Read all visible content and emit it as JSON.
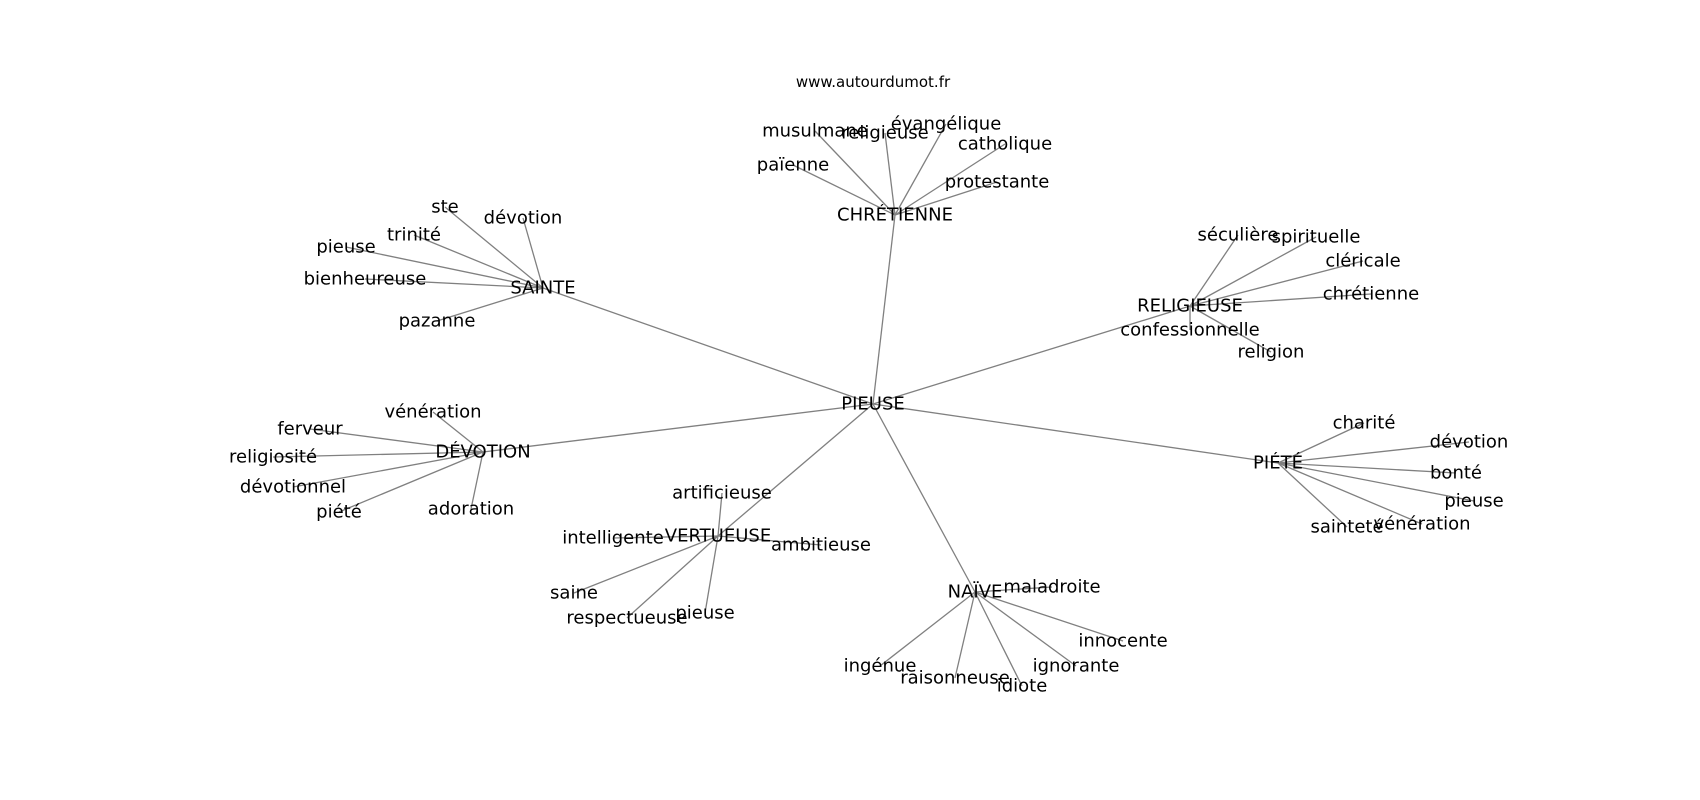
{
  "credit": "www.autourdumot.fr",
  "center": "PIEUSE",
  "clusters": [
    {
      "hub": "CHRÉTIENNE",
      "words": [
        "musulmane",
        "religieuse",
        "évangélique",
        "catholique",
        "païenne",
        "protestante"
      ]
    },
    {
      "hub": "SAINTE",
      "words": [
        "ste",
        "dévotion",
        "trinité",
        "pieuse",
        "bienheureuse",
        "pazanne"
      ]
    },
    {
      "hub": "RELIGIEUSE",
      "words": [
        "séculière",
        "spirituelle",
        "cléricale",
        "chrétienne",
        "confessionnelle",
        "religion"
      ]
    },
    {
      "hub": "DÉVOTION",
      "words": [
        "vénération",
        "ferveur",
        "religiosité",
        "dévotionnel",
        "piété",
        "adoration"
      ]
    },
    {
      "hub": "PIÉTÉ",
      "words": [
        "charité",
        "dévotion",
        "bonté",
        "pieuse",
        "sainteté",
        "vénération"
      ]
    },
    {
      "hub": "VERTUEUSE",
      "words": [
        "artificieuse",
        "intelligente",
        "ambitieuse",
        "saine",
        "respectueuse",
        "pieuse"
      ]
    },
    {
      "hub": "NAÏVE",
      "words": [
        "maladroite",
        "innocente",
        "ignorante",
        "idiote",
        "raisonneuse",
        "ingénue"
      ]
    }
  ]
}
